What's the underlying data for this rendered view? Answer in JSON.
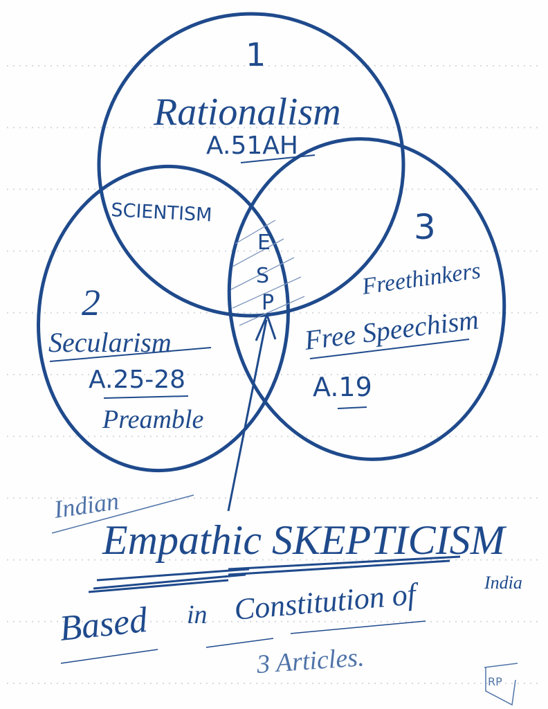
{
  "colors": {
    "ink": "#1f4a8c",
    "light_ink": "#4f73a8",
    "grid_dots": "#d4d8de"
  },
  "circles": [
    {
      "number": "1",
      "name": "Rationalism",
      "article": "A.51AH"
    },
    {
      "number": "2",
      "name": "Secularism",
      "article": "A.25-28",
      "extra": "Preamble"
    },
    {
      "number": "3",
      "name": "Free Speechism",
      "article": "A.19",
      "extra": "Freethinkers"
    }
  ],
  "overlap_1_2": "SCIENTISM",
  "center_letters": [
    "E",
    "S",
    "P"
  ],
  "title_prefix": "Indian",
  "title": "Empathic SKEPTICISM",
  "subtitle_parts": [
    "Based",
    "in",
    "Constitution of",
    "India"
  ],
  "footnote": "3 Articles.",
  "signature": "RP"
}
